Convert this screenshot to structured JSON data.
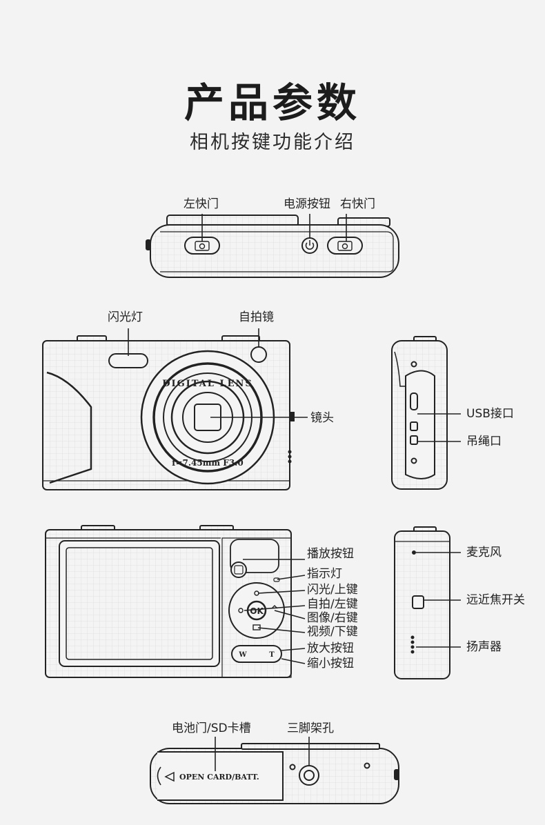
{
  "header": {
    "title": "产品参数",
    "subtitle": "相机按键功能介绍"
  },
  "top_view": {
    "labels": {
      "left_shutter": "左快门",
      "power_button": "电源按钮",
      "right_shutter": "右快门"
    }
  },
  "front_view": {
    "labels": {
      "flash": "闪光灯",
      "selfie_mirror": "自拍镜",
      "lens": "镜头"
    },
    "lens_text_top": "DIGITAL LENS",
    "lens_text_bottom": "f=7.45mm F3.0"
  },
  "side_view_right": {
    "labels": {
      "usb": "USB接口",
      "strap": "吊绳口"
    }
  },
  "back_view": {
    "labels": {
      "play": "播放按钮",
      "indicator": "指示灯",
      "flash_up": "闪光/上键",
      "selfie_left": "自拍/左键",
      "image_right": "图像/右键",
      "video_down": "视频/下键",
      "zoom_in": "放大按钮",
      "zoom_out": "缩小按钮"
    },
    "ok_label": "OK",
    "w_label": "W",
    "t_label": "T"
  },
  "side_view_left": {
    "labels": {
      "mic": "麦克风",
      "focus_switch": "远近焦开关",
      "speaker": "扬声器"
    }
  },
  "bottom_view": {
    "labels": {
      "battery": "电池门/SD卡槽",
      "tripod": "三脚架孔"
    },
    "door_text": "OPEN CARD/BATT."
  }
}
